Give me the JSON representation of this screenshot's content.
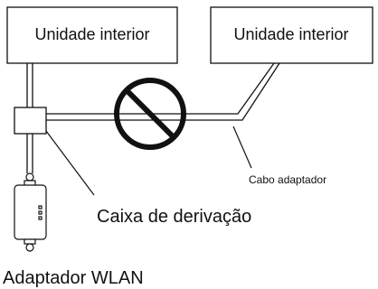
{
  "labels": {
    "indoor_unit_left": "Unidade interior",
    "indoor_unit_right": "Unidade interior",
    "cable": "Cabo adaptador",
    "junction_box": "Caixa de derivação",
    "wlan_adapter": "Adaptador WLAN"
  },
  "icons": {
    "prohibition": "prohibition-icon"
  },
  "colors": {
    "line": "#111111",
    "background": "#ffffff"
  }
}
